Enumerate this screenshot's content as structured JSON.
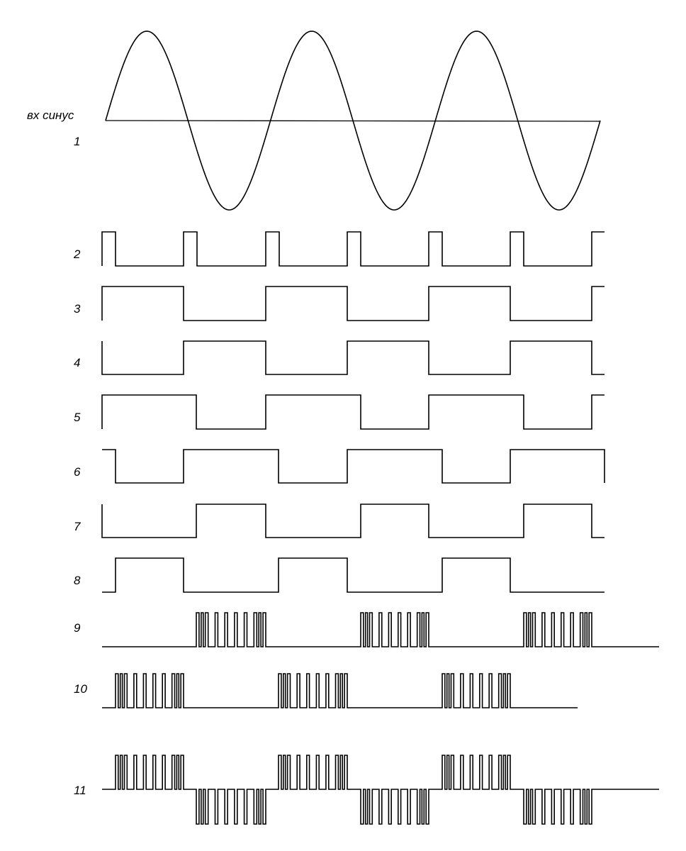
{
  "title": "",
  "colors": {
    "line": "#000000",
    "background": "#ffffff"
  },
  "labels": {
    "sine": "вх синус",
    "t1": "1",
    "t2": "2",
    "t3": "3",
    "t4": "4",
    "t5": "5",
    "t6": "6",
    "t7": "7",
    "t8": "8",
    "t9": "9",
    "t10": "10",
    "t11": "11"
  }
}
